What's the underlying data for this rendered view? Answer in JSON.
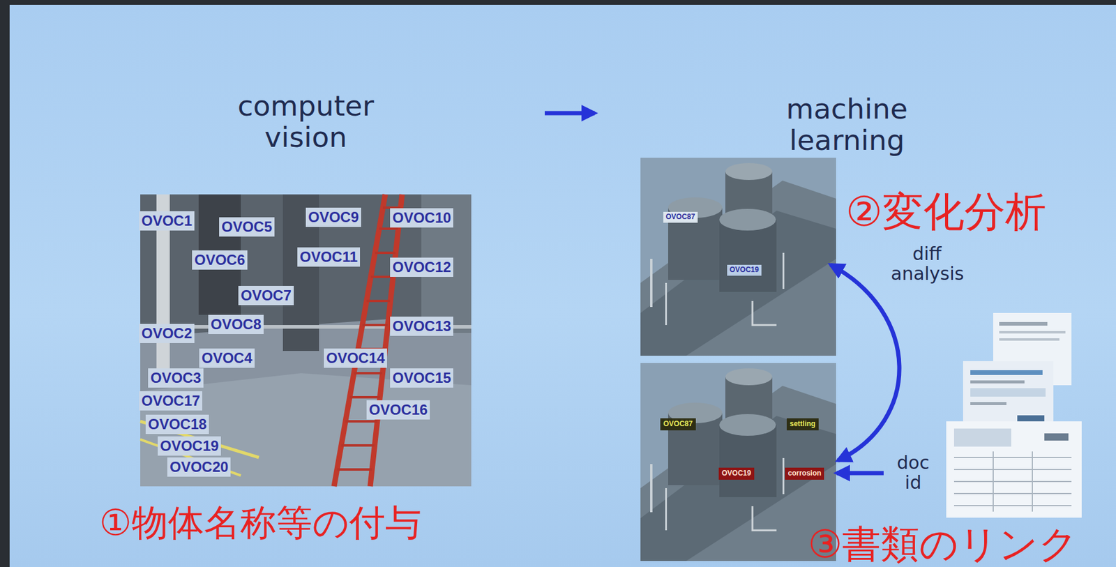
{
  "diagram": {
    "nodes": [
      {
        "text": [
          "OVOC1"
        ]
      },
      {
        "text": [
          "OVOC5"
        ]
      },
      {
        "text": [
          "OVOC9"
        ]
      },
      {
        "text": [
          "OVOC10"
        ]
      },
      {
        "text": [
          "OVOC6"
        ]
      },
      {
        "text": [
          "OVOC11"
        ]
      },
      {
        "text": [
          "OVOC12"
        ]
      },
      {
        "text": [
          "OVOC7"
        ]
      },
      {
        "text": [
          "OVOC2"
        ]
      },
      {
        "text": [
          "OVOC8"
        ]
      },
      {
        "text": [
          "OVOC13"
        ]
      },
      {
        "text": [
          "OVOC4"
        ]
      },
      {
        "text": [
          "OVOC14"
        ]
      },
      {
        "text": [
          "OVOC15"
        ]
      },
      {
        "text": [
          "OVOC3"
        ]
      },
      {
        "text": [
          "OVOC17"
        ]
      },
      {
        "text": [
          "OVOC16"
        ]
      },
      {
        "text": [
          "OVOC18"
        ]
      },
      {
        "text": [
          "OVOC19"
        ]
      },
      {
        "text": [
          "OVOC20"
        ]
      },
      {
        "text": [
          "OVOC87"
        ]
      },
      {
        "text": [
          "OVOC19"
        ]
      },
      {
        "text": [
          "OVOC87"
        ]
      },
      {
        "text": [
          "settling"
        ]
      },
      {
        "text": [
          "OVOC19"
        ]
      },
      {
        "text": [
          "corrosion"
        ]
      }
    ],
    "labels": [
      "computer vision",
      "machine learning",
      "②変化分析",
      "diff analysis",
      "doc id",
      "①物体名称等の付与",
      "③書類のリンク"
    ]
  }
}
